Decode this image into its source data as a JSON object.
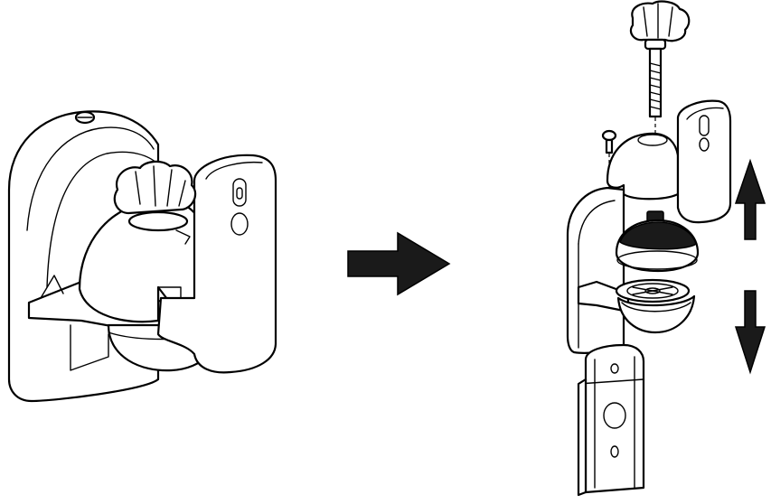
{
  "figure": {
    "assembled_mount_icon": "speaker-wall-mount-assembled",
    "exploded_mount_icon": "speaker-wall-mount-exploded",
    "transition_arrow_icon": "right-arrow",
    "up_arrow_icon": "up-arrow",
    "down_arrow_icon": "down-arrow"
  },
  "colors": {
    "line": "#000000",
    "background": "#ffffff",
    "fill_dark": "#1a1a1a"
  }
}
